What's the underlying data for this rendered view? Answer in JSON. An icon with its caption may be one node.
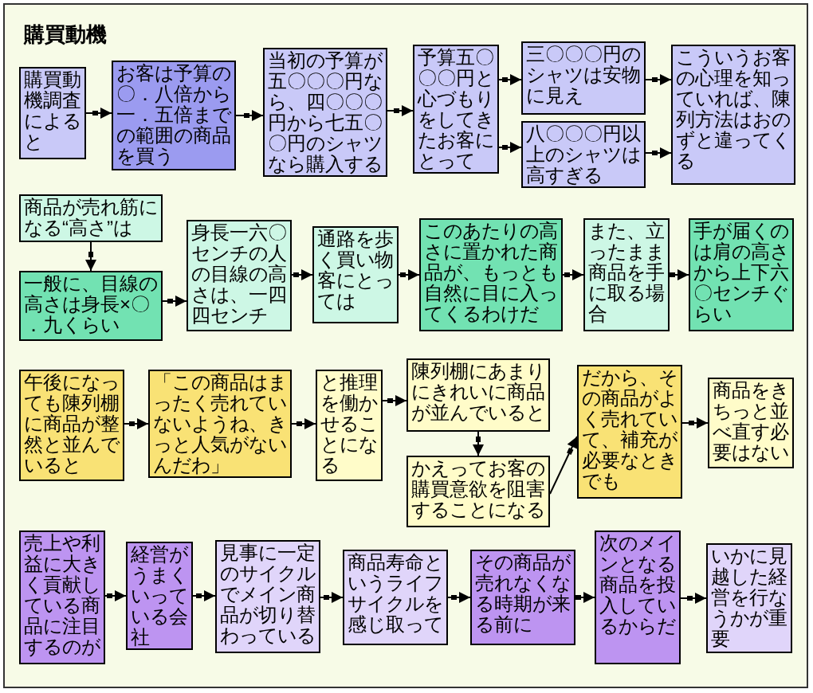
{
  "diagram": {
    "title": "購買動機",
    "nodes": [
      {
        "text": [
          "購買動機調査によると"
        ]
      },
      {
        "text": [
          "お客は予算の〇．八倍から一．五倍までの範囲の商品を買う"
        ]
      },
      {
        "text": [
          "当初の予算が五〇〇〇円なら、四〇〇〇円から七五〇〇円のシャツなら購入する"
        ]
      },
      {
        "text": [
          "予算五〇〇〇円と心づもりをしてきたお客にとって"
        ]
      },
      {
        "text": [
          "三〇〇〇円のシャツは安物に見え"
        ]
      },
      {
        "text": [
          "八〇〇〇円以上のシャツは高すぎる"
        ]
      },
      {
        "text": [
          "こういうお客の心理を知っていれば、陳列方法はおのずと違ってくる"
        ]
      },
      {
        "text": [
          "商品が売れ筋になる“高さ”は"
        ]
      },
      {
        "text": [
          "一般に、目線の高さは身長×〇．九くらい"
        ]
      },
      {
        "text": [
          "身長一六〇センチの人の目線の高さは、一四四センチ"
        ]
      },
      {
        "text": [
          "通路を歩く買い物客にとっては"
        ]
      },
      {
        "text": [
          "このあたりの高さに置かれた商品が、もっとも自然に目に入ってくるわけだ"
        ]
      },
      {
        "text": [
          "また、立ったまま商品を手に取る場合"
        ]
      },
      {
        "text": [
          "手が届くのは肩の高さから上下六〇センチぐらい"
        ]
      },
      {
        "text": [
          "午後になっても陳列棚に商品が整然と並んでいると"
        ]
      },
      {
        "text": [
          "「この商品はまったく売れていないようね、きっと人気がないんだわ」"
        ]
      },
      {
        "text": [
          "と推理を働かせることになる"
        ]
      },
      {
        "text": [
          "陳列棚にあまりにきれいに商品が並んでいると"
        ]
      },
      {
        "text": [
          "かえってお客の購買意欲を阻害することになる"
        ]
      },
      {
        "text": [
          "だから、その商品がよく売れていて、補充が必要なときでも"
        ]
      },
      {
        "text": [
          "商品をきちっと並べ直す必要はない"
        ]
      },
      {
        "text": [
          "売上や利益に大きく貢献している商品に注目するのが"
        ]
      },
      {
        "text": [
          "経営がうまくいっている会社"
        ]
      },
      {
        "text": [
          "見事に一定のサイクルでメイン商品が切り替わっている"
        ]
      },
      {
        "text": [
          "商品寿命というライフサイクルを感じ取って"
        ]
      },
      {
        "text": [
          "その商品が売れなくなる時期が来る前に"
        ]
      },
      {
        "text": [
          "次のメインとなる商品を投入しているからだ"
        ]
      },
      {
        "text": [
          "いかに見越した経営を行なうかが重要"
        ]
      }
    ],
    "edges": [
      {
        "from": 0,
        "to": 1,
        "arrow": "to"
      },
      {
        "from": 1,
        "to": 2,
        "arrow": "to"
      },
      {
        "from": 2,
        "to": 3,
        "arrow": "to"
      },
      {
        "from": 3,
        "to": 4,
        "arrow": "to"
      },
      {
        "from": 3,
        "to": 5,
        "arrow": "to"
      },
      {
        "from": 4,
        "to": 6,
        "arrow": "to"
      },
      {
        "from": 5,
        "to": 6,
        "arrow": "to"
      },
      {
        "from": 7,
        "to": 8,
        "arrow": "to"
      },
      {
        "from": 8,
        "to": 9,
        "arrow": "to"
      },
      {
        "from": 9,
        "to": 10,
        "arrow": "to"
      },
      {
        "from": 10,
        "to": 11,
        "arrow": "to"
      },
      {
        "from": 11,
        "to": 12,
        "arrow": "to"
      },
      {
        "from": 12,
        "to": 13,
        "arrow": "to"
      },
      {
        "from": 14,
        "to": 15,
        "arrow": "to"
      },
      {
        "from": 15,
        "to": 16,
        "arrow": "to"
      },
      {
        "from": 16,
        "to": 17,
        "arrow": "to"
      },
      {
        "from": 17,
        "to": 18,
        "arrow": "to"
      },
      {
        "from": 18,
        "to": 19,
        "arrow": "to"
      },
      {
        "from": 19,
        "to": 20,
        "arrow": "to"
      },
      {
        "from": 21,
        "to": 22,
        "arrow": "to"
      },
      {
        "from": 22,
        "to": 23,
        "arrow": "to"
      },
      {
        "from": 23,
        "to": 24,
        "arrow": "to"
      },
      {
        "from": 24,
        "to": 25,
        "arrow": "to"
      },
      {
        "from": 25,
        "to": 26,
        "arrow": "to"
      },
      {
        "from": 26,
        "to": 27,
        "arrow": "to"
      }
    ]
  }
}
